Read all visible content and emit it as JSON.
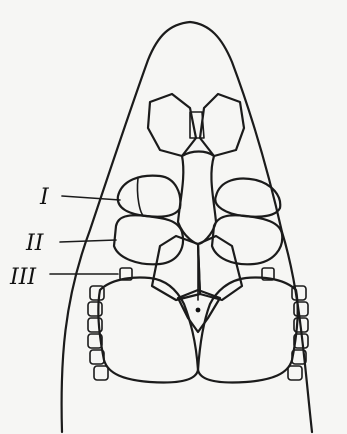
{
  "labels": {
    "first": "I",
    "second": "II",
    "third": "III"
  }
}
